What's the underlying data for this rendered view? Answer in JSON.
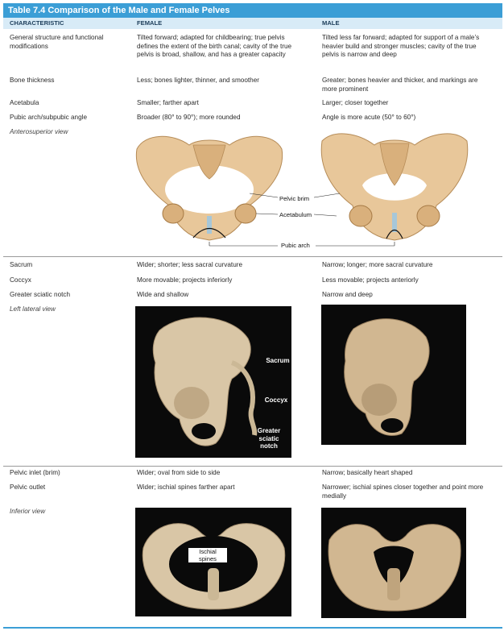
{
  "table": {
    "title": "Table 7.4   Comparison of the Male and Female Pelves",
    "columns": {
      "characteristic": "CHARACTERISTIC",
      "female": "FEMALE",
      "male": "MALE"
    }
  },
  "rows": [
    {
      "characteristic": "General structure and functional modifications",
      "female": "Tilted forward; adapted for childbearing; true pelvis defines the extent of the birth canal; cavity of the true pelvis is broad, shallow, and has a greater capacity",
      "male": "Tilted less far forward; adapted for support of a male’s heavier build and stronger muscles; cavity of the true pelvis is narrow and deep"
    },
    {
      "characteristic": "Bone thickness",
      "female": "Less; bones lighter, thinner, and smoother",
      "male": "Greater; bones heavier and thicker, and markings are more prominent"
    },
    {
      "characteristic": "Acetabula",
      "female": "Smaller; farther apart",
      "male": "Larger; closer together"
    },
    {
      "characteristic": "Pubic arch/subpubic angle",
      "female": "Broader (80° to 90°); more rounded",
      "male": "Angle is more acute (50° to 60°)"
    },
    {
      "characteristic": "Sacrum",
      "female": "Wider; shorter; less sacral curvature",
      "male": "Narrow; longer; more sacral curvature"
    },
    {
      "characteristic": "Coccyx",
      "female": "More movable; projects inferiorly",
      "male": "Less movable; projects anteriorly"
    },
    {
      "characteristic": "Greater sciatic notch",
      "female": "Wide and shallow",
      "male": "Narrow and deep"
    },
    {
      "characteristic": "Pelvic inlet (brim)",
      "female": "Wider; oval from side to side",
      "male": "Narrow; basically heart shaped"
    },
    {
      "characteristic": "Pelvic outlet",
      "female": "Wider; ischial spines farther apart",
      "male": "Narrower; ischial spines closer together and point more medially"
    }
  ],
  "views": {
    "anterosuperior": "Anterosuperior view",
    "lateral": "Left lateral view",
    "inferior": "Inferior view"
  },
  "callouts": {
    "pelvic_brim": "Pelvic brim",
    "acetabulum": "Acetabulum",
    "pubic_arch": "Pubic arch",
    "sacrum": "Sacrum",
    "coccyx": "Coccyx",
    "greater_sciatic_notch": "Greater sciatic notch",
    "ischial_spines": "Ischial spines"
  },
  "colors": {
    "accent": "#3b9ed6",
    "header_bg": "#d8ebf7",
    "bone": "#e8c79a",
    "bone_shade": "#c99f6a"
  }
}
